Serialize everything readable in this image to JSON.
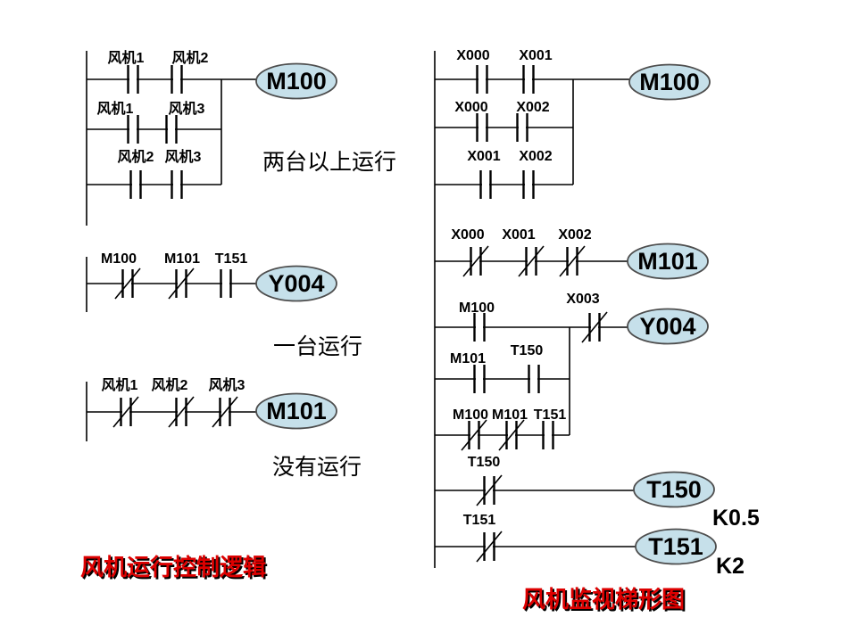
{
  "colors": {
    "coil_fill": "#c6e0ea",
    "coil_stroke": "#4d4d4d",
    "wire": "#000000",
    "title_red": "#dd0000"
  },
  "left": {
    "title": "风机运行控制逻辑",
    "rung_m100": {
      "coil": "M100",
      "note": "两台以上运行",
      "b1c1": "风机1",
      "b1c2": "风机2",
      "b2c1": "风机1",
      "b2c2": "风机3",
      "b3c1": "风机2",
      "b3c2": "风机3"
    },
    "rung_y004": {
      "coil": "Y004",
      "note": "一台运行",
      "c1": "M100",
      "c2": "M101",
      "c3": "T151"
    },
    "rung_m101": {
      "coil": "M101",
      "note": "没有运行",
      "c1": "风机1",
      "c2": "风机2",
      "c3": "风机3"
    }
  },
  "right": {
    "title": "风机监视梯形图",
    "rung_m100": {
      "coil": "M100",
      "b1c1": "X000",
      "b1c2": "X001",
      "b2c1": "X000",
      "b2c2": "X002",
      "b3c1": "X001",
      "b3c2": "X002"
    },
    "rung_m101": {
      "coil": "M101",
      "c1": "X000",
      "c2": "X001",
      "c3": "X002"
    },
    "rung_y004": {
      "coil": "Y004",
      "c_m100": "M100",
      "c_x003": "X003",
      "ba_c1": "M101",
      "ba_c2": "T150",
      "bb_c1": "M100",
      "bb_c2": "M101",
      "bb_c3": "T151"
    },
    "rung_t150": {
      "coil": "T150",
      "c1": "T150",
      "k": "K0.5"
    },
    "rung_t151": {
      "coil": "T151",
      "c1": "T151",
      "k": "K2"
    }
  }
}
